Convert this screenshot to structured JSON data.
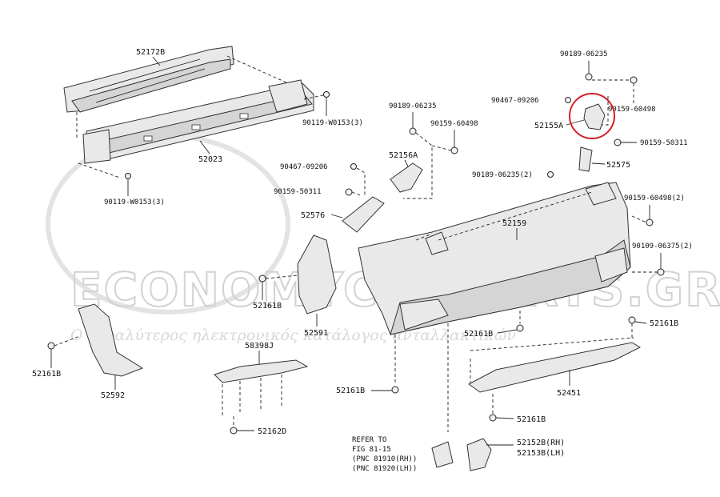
{
  "watermark": {
    "brand": "ECONOMYCARPARTS.GR",
    "tagline": "Ο μεγαλύτερος ηλεκτρονικός κατάλογος ανταλλακτικών"
  },
  "highlight_color": "#d42027",
  "reference_note": {
    "line1": "REFER TO",
    "line2": "FIG 81-15",
    "line3": "(PNC 81910(RH))",
    "line4": "(PNC 81920(LH))"
  },
  "labels": {
    "p52172B": "52172B",
    "p52023": "52023",
    "p90119_top": "90119-W0153(3)",
    "p90119_bot": "90119-W0153(3)",
    "p90189_top": "90189-06235",
    "p90467_top": "90467-09206",
    "p90159_60498_top": "90159-60498",
    "p52155A": "52155A",
    "p90159_50311_r": "90159-50311",
    "p52575": "52575",
    "p90189_mid": "90189-06235",
    "p90159_60498_mid": "90159-60498",
    "p52156A": "52156A",
    "p90467_mid": "90467-09206",
    "p90159_50311_l": "90159-50311",
    "p52576": "52576",
    "p90189_2": "90189-06235(2)",
    "p90159_60498_2": "90159-60498(2)",
    "p52159": "52159",
    "p90109_2": "90109-06375(2)",
    "p52161B_mid": "52161B",
    "p52591": "52591",
    "p52161B_left": "52161B",
    "p52592": "52592",
    "p58398J": "58398J",
    "p52162D": "52162D",
    "p52161B_c1": "52161B",
    "p52161B_c2": "52161B",
    "p52161B_right": "52161B",
    "p52451": "52451",
    "p52161B_bot": "52161B",
    "p52152B": "52152B(RH)",
    "p52153B": "52153B(LH)"
  }
}
